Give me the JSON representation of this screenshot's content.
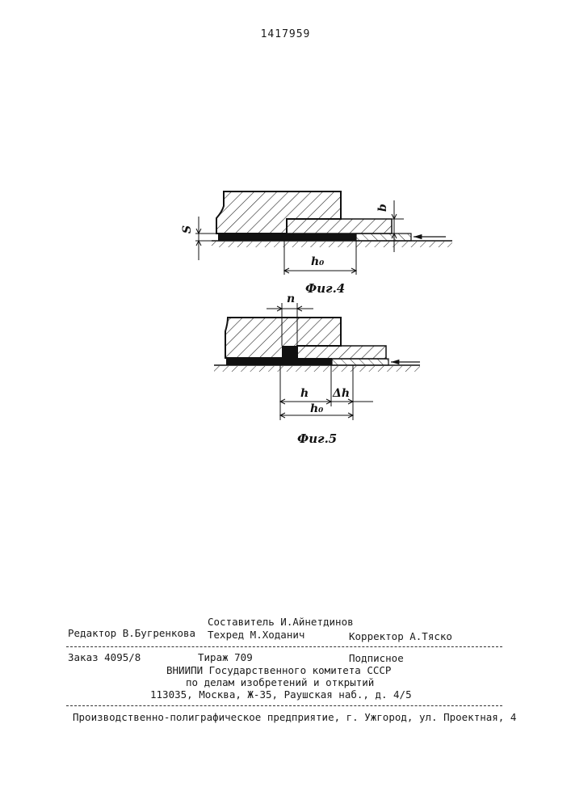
{
  "patent_number": "1417959",
  "fig4": {
    "caption": "Фиг.4",
    "labels": {
      "s": "S",
      "b": "b",
      "h0": "h₀"
    }
  },
  "fig5": {
    "caption": "Фиг.5",
    "labels": {
      "n": "n",
      "h": "h",
      "dh": "Δh",
      "h0": "h₀"
    }
  },
  "footer": {
    "compiler": "Составитель И.Айнетдинов",
    "editor": "Редактор В.Бугренкова",
    "techred": "Техред М.Ходанич",
    "corrector": "Корректор А.Тяско",
    "order": "Заказ 4095/8",
    "circulation": "Тираж 709",
    "subscription": "Подписное",
    "org_line1": "ВНИИПИ Государственного комитета СССР",
    "org_line2": "по делам изобретений и открытий",
    "org_line3": "113035, Москва, Ж-35, Раушская наб., д. 4/5",
    "printer": "Производственно-полиграфическое предприятие, г. Ужгород, ул. Проектная, 4"
  },
  "colors": {
    "ink": "#1a1a1a",
    "paper": "#ffffff"
  }
}
